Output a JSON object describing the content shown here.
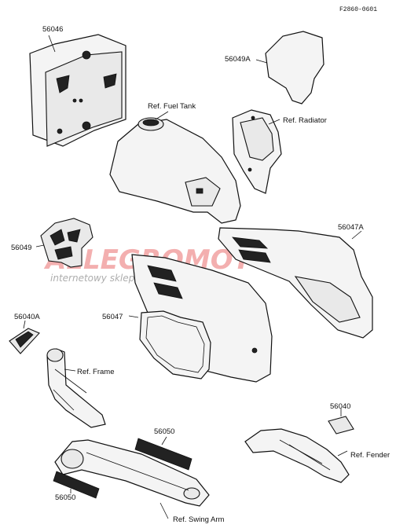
{
  "drawing_code": "F2860-0601",
  "parts": {
    "p56046": "56046",
    "p56049A": "56049A",
    "fuel_tank": "Ref. Fuel Tank",
    "radiator": "Ref. Radiator",
    "p56049": "56049",
    "p56047A": "56047A",
    "p56047": "56047",
    "p56040A": "56040A",
    "frame": "Ref. Frame",
    "p56050_top": "56050",
    "p56050_bottom": "56050",
    "p56040": "56040",
    "fender": "Ref. Fender",
    "swing_arm": "Ref. Swing Arm"
  },
  "watermark": {
    "main": "ALLEGROMOTORS.pl",
    "sub": "internetowy sklep motocyklowy"
  },
  "colors": {
    "watermark": "#e65050",
    "line": "#111111"
  }
}
